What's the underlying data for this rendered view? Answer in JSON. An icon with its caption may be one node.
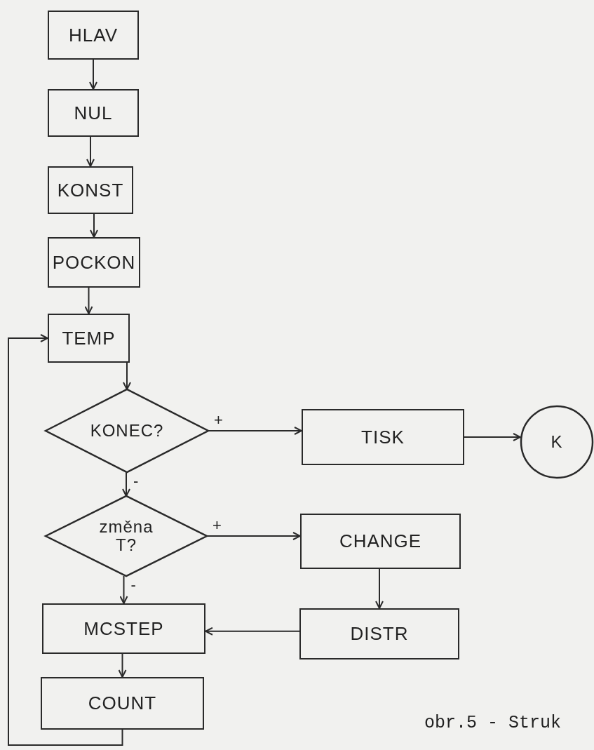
{
  "diagram": {
    "caption": "obr.5 - Struk",
    "nodes": [
      {
        "text": [
          "HLAV"
        ]
      },
      {
        "text": [
          "NUL"
        ]
      },
      {
        "text": [
          "KONST"
        ]
      },
      {
        "text": [
          "POCKON"
        ]
      },
      {
        "text": [
          "TEMP"
        ]
      },
      {
        "text": [
          "KONEC?"
        ]
      },
      {
        "text": [
          "TISK"
        ]
      },
      {
        "text": [
          "K"
        ]
      },
      {
        "text": [
          "změna T?"
        ]
      },
      {
        "text": [
          "CHANGE"
        ]
      },
      {
        "text": [
          "DISTR"
        ]
      },
      {
        "text": [
          "MCSTEP"
        ]
      },
      {
        "text": [
          "COUNT"
        ]
      }
    ],
    "edges": [
      {
        "from": 0,
        "to": 1,
        "arrow": "to"
      },
      {
        "from": 1,
        "to": 2,
        "arrow": "to"
      },
      {
        "from": 2,
        "to": 3,
        "arrow": "to"
      },
      {
        "from": 3,
        "to": 4,
        "arrow": "to"
      },
      {
        "from": 4,
        "to": 5,
        "arrow": "to"
      },
      {
        "from": 5,
        "to": 6,
        "arrow": "to",
        "label": "+"
      },
      {
        "from": 6,
        "to": 7,
        "arrow": "to"
      },
      {
        "from": 5,
        "to": 8,
        "arrow": "to",
        "label": "-"
      },
      {
        "from": 8,
        "to": 9,
        "arrow": "to",
        "label": "+"
      },
      {
        "from": 8,
        "to": 11,
        "arrow": "to",
        "label": "-"
      },
      {
        "from": 9,
        "to": 10,
        "arrow": "to"
      },
      {
        "from": 10,
        "to": 11,
        "arrow": "to"
      },
      {
        "from": 11,
        "to": 12,
        "arrow": "to"
      },
      {
        "from": 12,
        "to": 4,
        "arrow": "to"
      }
    ]
  }
}
